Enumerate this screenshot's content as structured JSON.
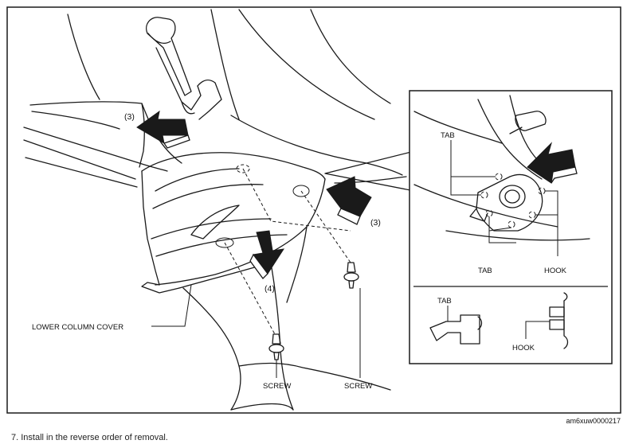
{
  "labels": {
    "step_3_top": "(3)",
    "step_3_right": "(3)",
    "step_4": "(4)",
    "lower_column_cover": "LOWER COLUMN COVER",
    "screw_left": "SCREW",
    "screw_right": "SCREW",
    "inset_tab_top": "TAB",
    "inset_tab_bottom": "TAB",
    "inset_hook": "HOOK",
    "detail_tab": "TAB",
    "detail_hook": "HOOK"
  },
  "figure_code": "am6xuw0000217",
  "caption": "7. Install in the reverse order of removal."
}
